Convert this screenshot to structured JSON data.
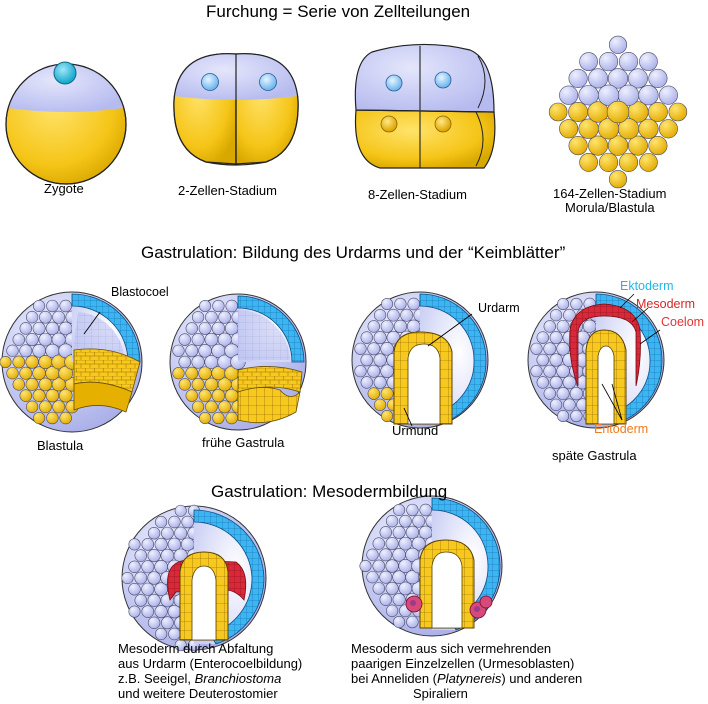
{
  "colors": {
    "yolk": "#f5c518",
    "yolk_dark": "#c99a00",
    "animal": "#c9cdf3",
    "animal_dark": "#8c93d6",
    "nucleus": "#33c6e6",
    "ektoderm": "#2aa6ee",
    "mesoderm": "#d6262b",
    "coelom": "#e23434",
    "entoderm": "#f07b1a",
    "cavity": "#e9ecfb"
  },
  "section1": {
    "title": "Furchung = Serie von Zellteilungen",
    "stages": [
      {
        "label": "Zygote"
      },
      {
        "label": "2-Zellen-Stadium"
      },
      {
        "label": "8-Zellen-Stadium"
      },
      {
        "label": "164-Zellen-Stadium",
        "label2": "Morula/Blastula"
      }
    ]
  },
  "section2": {
    "title": "Gastrulation: Bildung des Urdarms und der “Keimblätter”",
    "stages": [
      {
        "label": "Blastula",
        "annotation": "Blastocoel"
      },
      {
        "label": "frühe Gastrula"
      },
      {
        "label": "Urmund",
        "annotation": "Urdarm"
      },
      {
        "label": "späte Gastrula"
      }
    ],
    "layers": {
      "ektoderm": "Ektoderm",
      "mesoderm": "Mesoderm",
      "coelom": "Coelom",
      "entoderm": "Entoderm"
    }
  },
  "section3": {
    "title": "Gastrulation: Mesodermbildung",
    "left": {
      "line1": "Mesoderm durch Abfaltung",
      "line2": "aus Urdarm (Enterocoelbildung)",
      "line3_prefix": "z.B. Seeigel, ",
      "line3_italic": "Branchiostoma",
      "line4": "und weitere Deuterostomier"
    },
    "right": {
      "line1": "Mesoderm aus sich vermehrenden",
      "line2": "paarigen Einzelzellen (Urmesoblasten)",
      "line3_prefix": "bei Anneliden (",
      "line3_italic": "Platynereis",
      "line3_suffix": ") und anderen",
      "line4": "Spiraliern"
    }
  }
}
